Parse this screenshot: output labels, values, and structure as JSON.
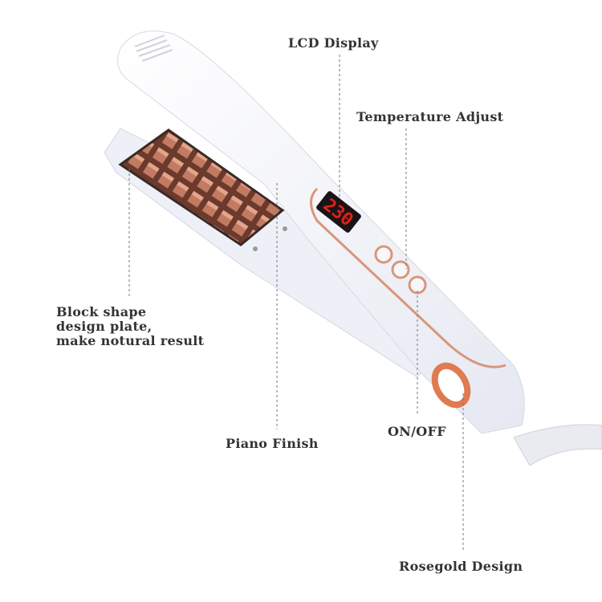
{
  "labels": {
    "lcd_display": "LCD Display",
    "temperature_adjust": "Temperature Adjust",
    "block_plate": [
      "Block shape",
      "design plate,",
      "make notural result"
    ],
    "piano_finish": "Piano Finish",
    "on_off": "ON/OFF",
    "rosegold_design": "Rosegold Design"
  },
  "device": {
    "display_value": "230",
    "display_color": "#e0201c",
    "accent_color": "#d9967c",
    "plate_color": "#b8705a",
    "body_color": "#f4f5fa"
  }
}
